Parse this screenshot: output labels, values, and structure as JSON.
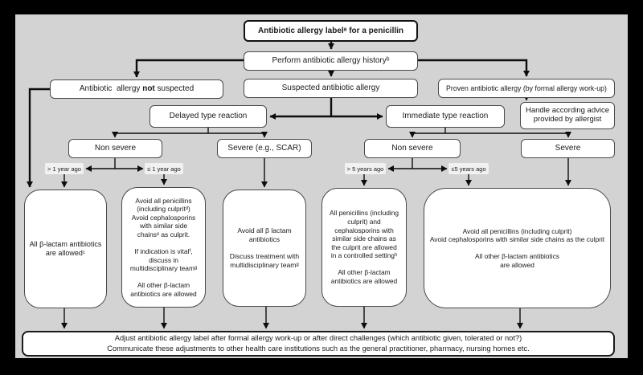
{
  "diagram": {
    "title": "Antibiotic allergy labelᵃ for a penicillin",
    "perform": "Perform  antibiotic allergy historyᵇ",
    "not_suspected": {
      "pre": "Antibiotic  allergy ",
      "bold": "not",
      "post": " suspected"
    },
    "suspected": "Suspected antibiotic allergy",
    "proven": "Proven antibiotic allergy (by formal allergy work-up)",
    "delayed": "Delayed type reaction",
    "immediate": "Immediate type reaction",
    "handle": "Handle according advice provided by allergist",
    "non_severe_left": "Non severe",
    "severe_scar": "Severe (e.g., SCAR)",
    "non_severe_right": "Non severe",
    "severe_right": "Severe",
    "gt_1_year": "> 1 year ago",
    "le_1_year": "≤ 1 year ago",
    "gt_5_years": "> 5 years ago",
    "le_5_years": "≤5 years ago",
    "outcome_all_allowed": "All β-lactam antibiotics\nare allowedᶜ",
    "outcome_avoid_penicillins": "Avoid all penicillins\n(including culpritᵈ)\nAvoid cephalosporins\nwith similar side\nchainsᵉ as culprit.\n\nIf indication is vitalᶠ,\ndiscuss in\nmultidisciplinary teamᵍ\n\nAll other β-lactam\nantibiotics are allowed",
    "outcome_avoid_all": "Avoid all β lactam\nantibiotics\n\nDiscuss treatment with\nmultidisciplinary teamᵍ",
    "outcome_controlled_setting": "All penicillins (including\nculprit) and\ncephalosporins with\nsimilar side chains as\nthe culprit are allowed\nin a controlled settingʰ\n\nAll other β-lactam\nantibiotics are allowed",
    "outcome_avoid_wide": "Avoid all penicillins (including culprit)\nAvoid cephalosporins with similar side chains as the culprit\n\nAll other β-lactam antibiotics\nare allowed",
    "footer": "Adjust antibiotic allergy label after formal allergy work-up or after direct challenges (which antibiotic given, tolerated or not?)\nCommunicate these adjustments to other health care institutions such as the general practitioner, pharmacy, nursing homes etc.",
    "colors": {
      "background": "#000000",
      "canvas": "#d3d3d3",
      "node_fill": "#ffffff",
      "node_border": "#4a4a4a",
      "line": "#0d0d0d"
    }
  }
}
